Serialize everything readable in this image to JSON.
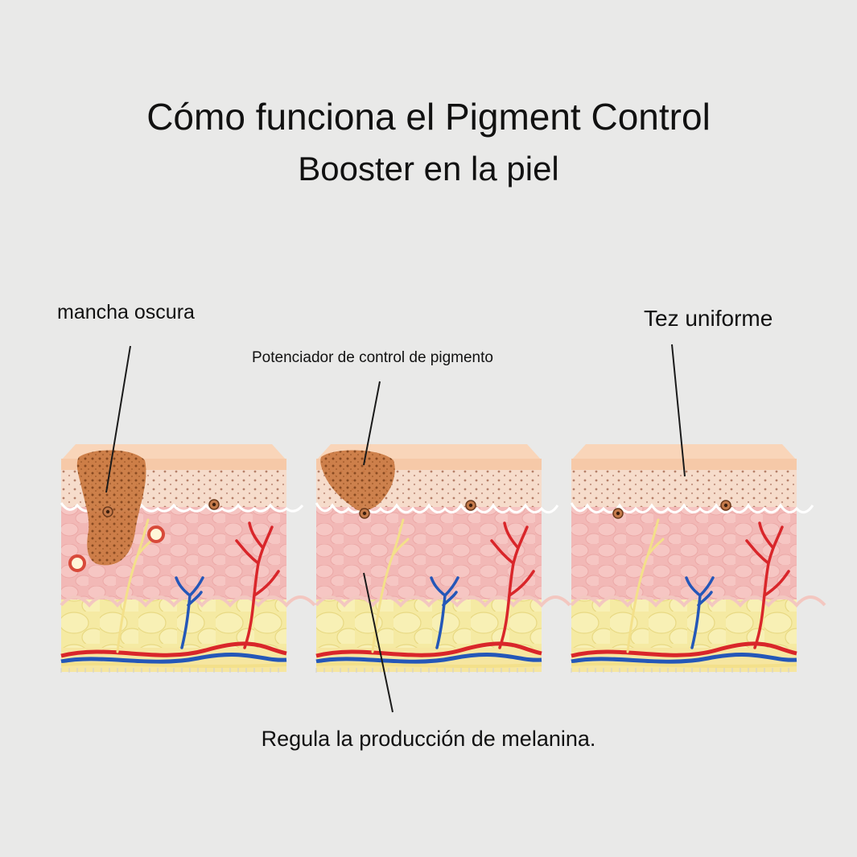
{
  "title": {
    "line1": "Cómo funciona el Pigment Control",
    "line2": "Booster en la piel"
  },
  "labels": {
    "dark_spot": "mancha oscura",
    "booster": "Potenciador de control de pigmento",
    "even_tone": "Tez uniforme",
    "melanin": "Regula la producción de melanina."
  },
  "colors": {
    "background": "#e9e9e8",
    "skin_top": "#f6c9a8",
    "epidermis": "#f6dccb",
    "dermis": "#f2b8b6",
    "fat": "#f5eaa3",
    "artery": "#d9262a",
    "vein": "#2457b8",
    "nerve": "#f3e08a",
    "spot": "#c9773f"
  },
  "panels": [
    {
      "name": "panel-before",
      "spot": "large"
    },
    {
      "name": "panel-during",
      "spot": "small"
    },
    {
      "name": "panel-after",
      "spot": "none"
    }
  ]
}
